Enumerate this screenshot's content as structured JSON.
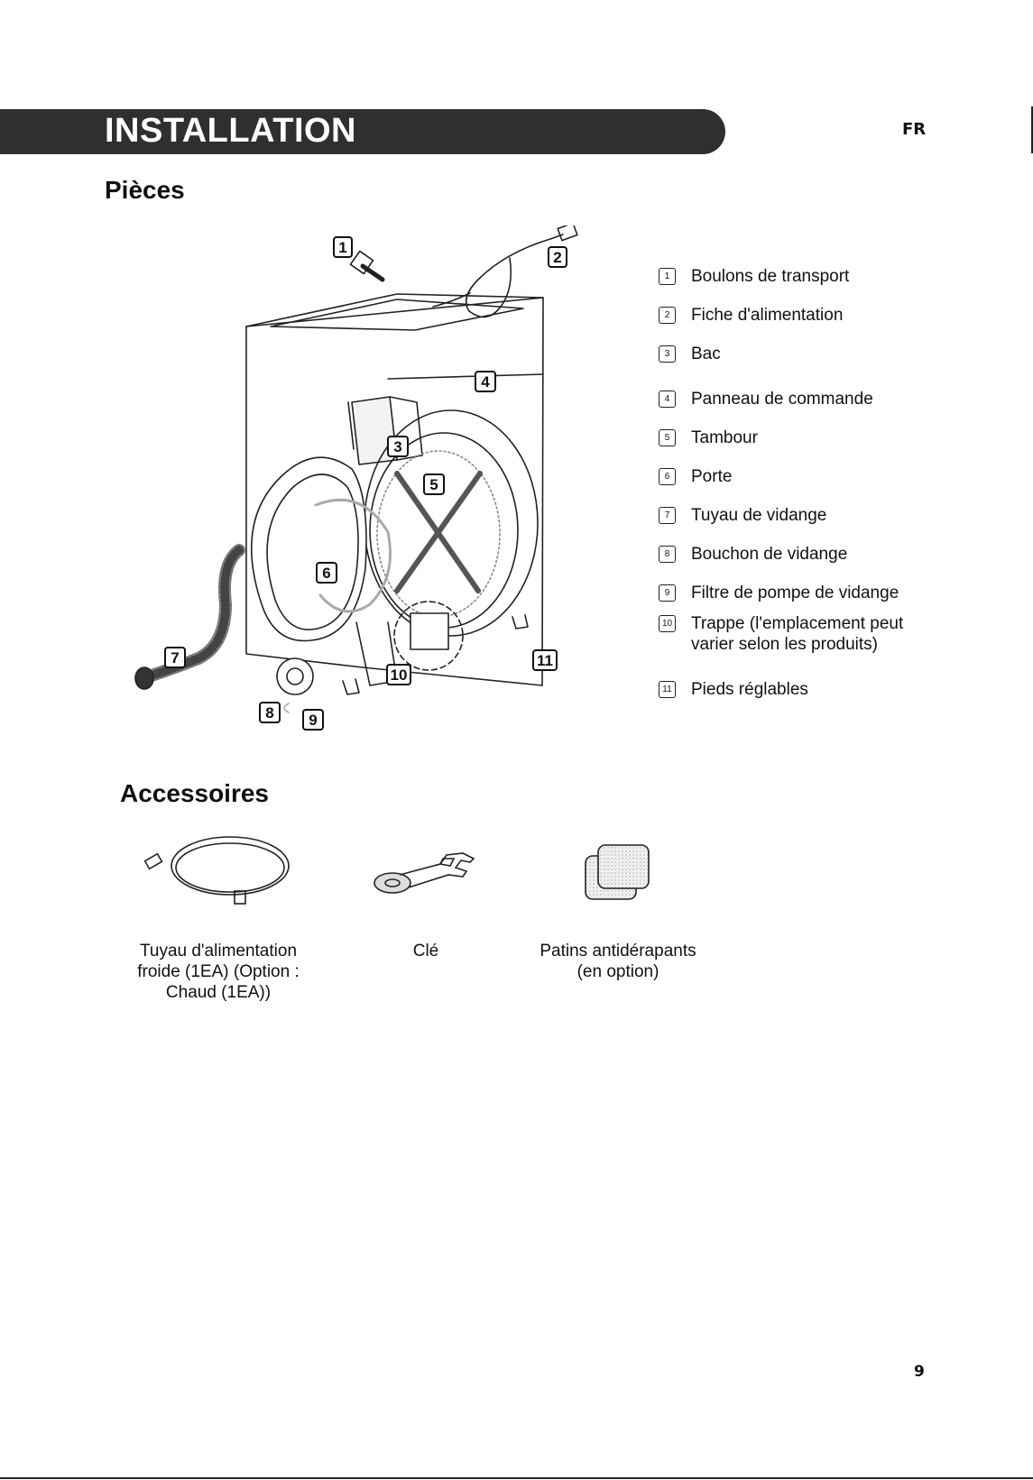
{
  "header": {
    "title": "INSTALLATION",
    "lang": "FR"
  },
  "parts": {
    "title": "Pièces",
    "items": [
      {
        "num": "1",
        "label": "Boulons de transport"
      },
      {
        "num": "2",
        "label": "Fiche d'alimentation"
      },
      {
        "num": "3",
        "label": "Bac"
      },
      {
        "num": "4",
        "label": "Panneau de commande"
      },
      {
        "num": "5",
        "label": "Tambour"
      },
      {
        "num": "6",
        "label": "Porte"
      },
      {
        "num": "7",
        "label": "Tuyau de vidange"
      },
      {
        "num": "8",
        "label": "Bouchon de vidange"
      },
      {
        "num": "9",
        "label": "Filtre de pompe de vidange"
      },
      {
        "num": "10",
        "label": "Trappe (l'emplacement peut\nvarier selon les produits)"
      },
      {
        "num": "11",
        "label": "Pieds réglables"
      }
    ]
  },
  "accessories": {
    "title": "Accessoires",
    "items": [
      {
        "label": "Tuyau d'alimentation\nfroide (1EA) (Option :\nChaud (1EA))",
        "icon": "inlet-hose-icon"
      },
      {
        "label": "Clé",
        "icon": "wrench-icon"
      },
      {
        "label": "Patins antidérapants\n(en option)",
        "icon": "anti-slip-pads-icon"
      }
    ]
  },
  "page_number": "9"
}
